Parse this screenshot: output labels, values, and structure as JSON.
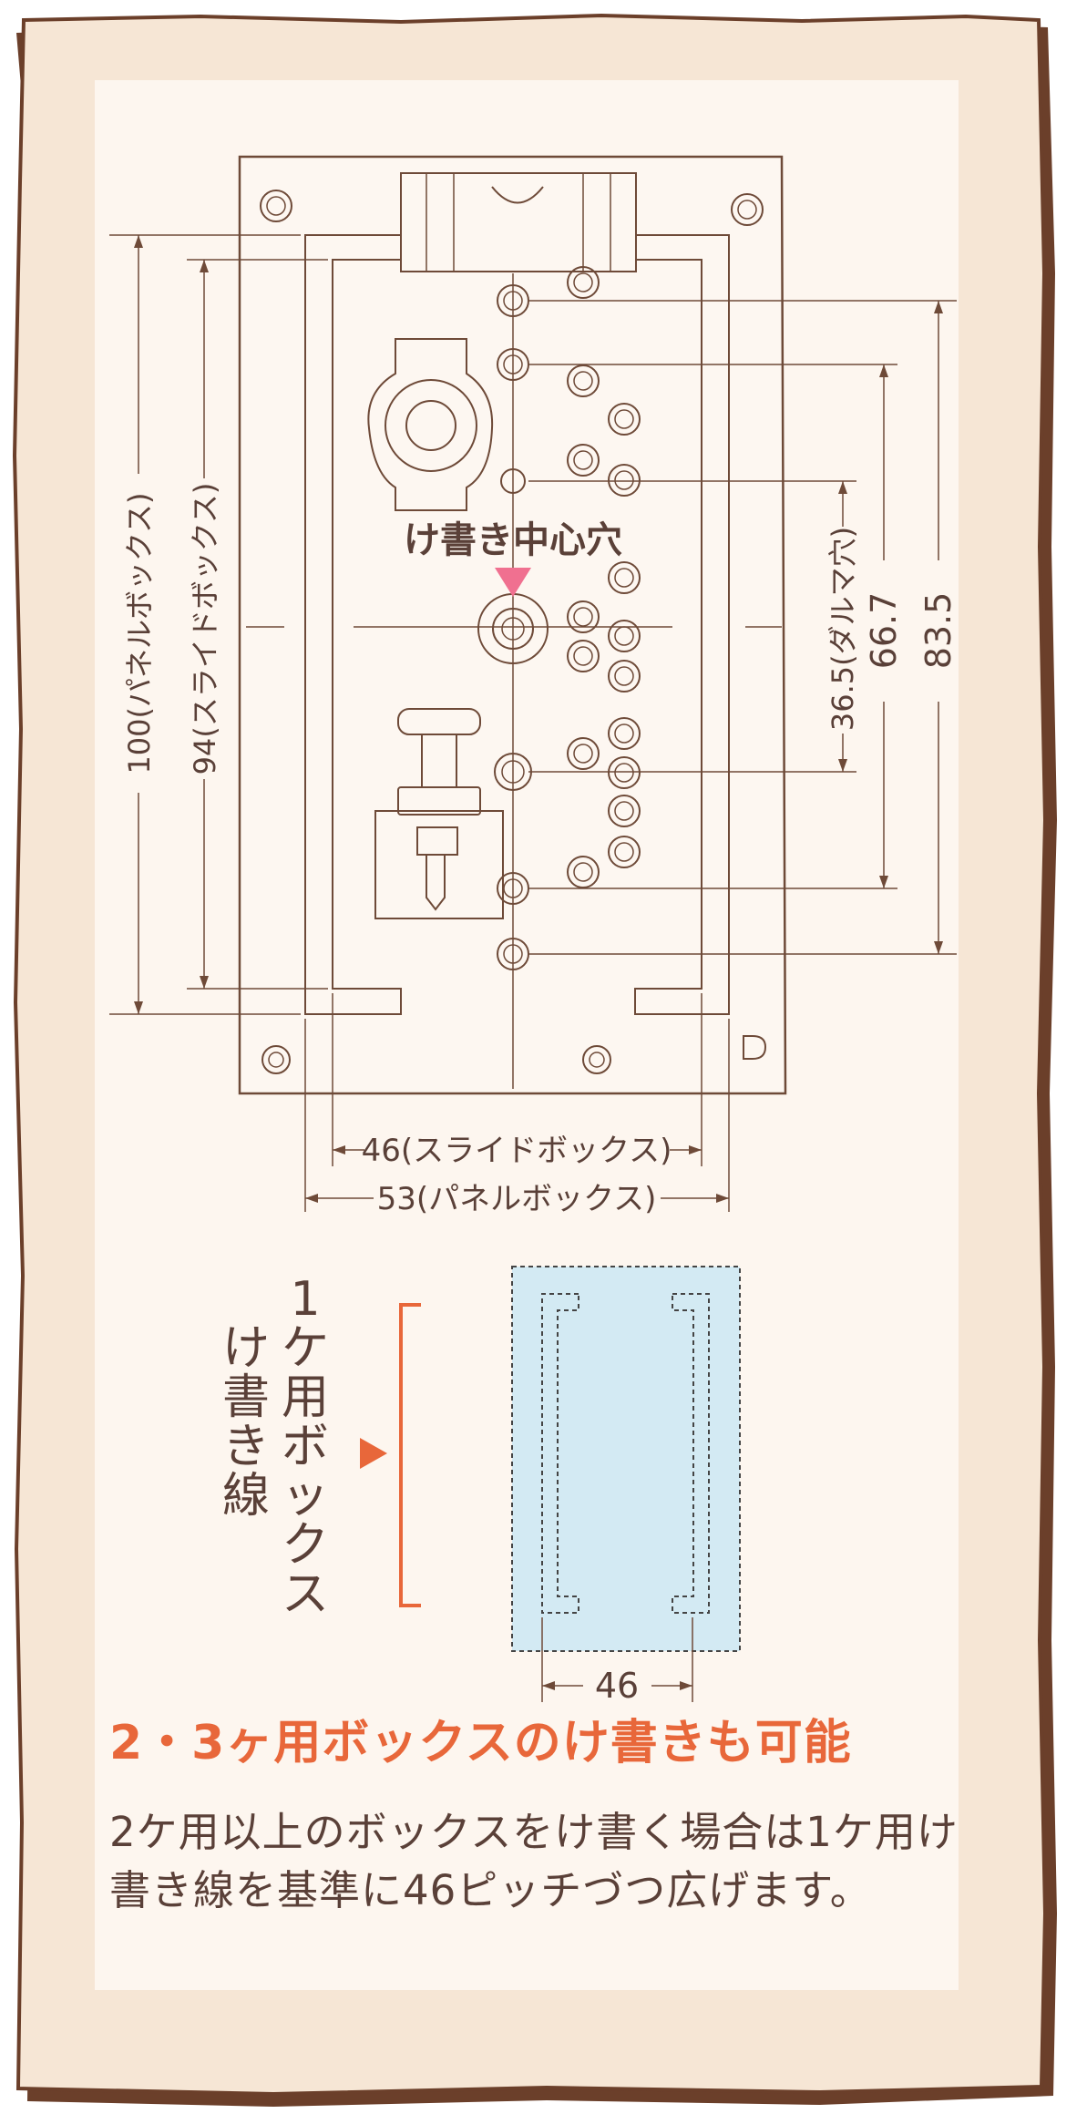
{
  "diagram": {
    "center_hole_label": "け書き中心穴",
    "dim_panel_height": "100(パネルボックス)",
    "dim_slide_height": "94(スライドボックス)",
    "dim_daruma_hole": "36.5(ダルマ穴)",
    "dim_66_7": "66.7",
    "dim_83_5": "83.5",
    "dim_slide_width": "46(スライドボックス)",
    "dim_panel_width": "53(パネルボックス)",
    "box_line_label": [
      "1",
      "ケ",
      "用",
      "ボ",
      "ッ",
      "ク",
      "ス"
    ],
    "box_line_label_2": [
      "け",
      "書",
      "き",
      "線"
    ],
    "pitch_dim": "46"
  },
  "text": {
    "headline": "2・3ヶ用ボックスのけ書きも可能",
    "description": "2ケ用以上のボックスをけ書く場合は1ケ用け書き線を基準に46ピッチづつ広げます。"
  },
  "colors": {
    "frame_border": "#6b3f2a",
    "frame_fill": "#f6e6d5",
    "inner_panel": "#fdf6ef",
    "accent": "#e8673a",
    "marker": "#f07090",
    "box_fill": "#d3eaf3"
  }
}
